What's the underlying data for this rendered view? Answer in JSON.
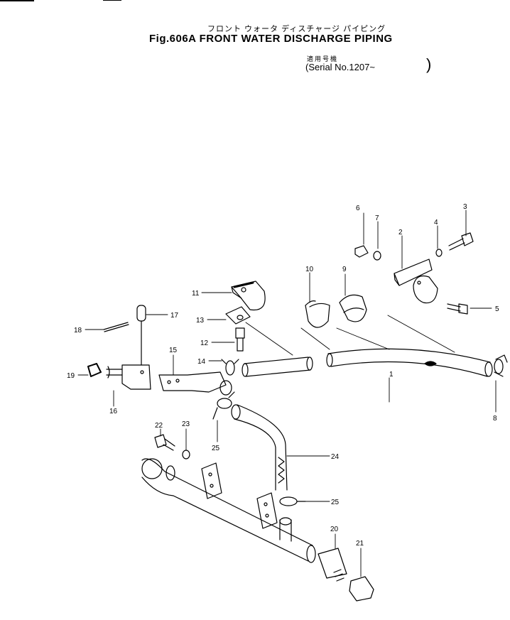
{
  "header": {
    "kana": "フロント ウォータ ディスチャージ パイピング",
    "title": "Fig.606A FRONT WATER DISCHARGE PIPING",
    "applicability_kana": "適用号機",
    "serial": "(Serial No.1207~",
    "serial_close": ")"
  },
  "callouts": [
    "1",
    "2",
    "3",
    "4",
    "5",
    "6",
    "7",
    "8",
    "10",
    "9",
    "11",
    "13",
    "12",
    "14",
    "15",
    "16",
    "17",
    "18",
    "19",
    "20",
    "21",
    "22",
    "23",
    "24",
    "25",
    "25"
  ]
}
